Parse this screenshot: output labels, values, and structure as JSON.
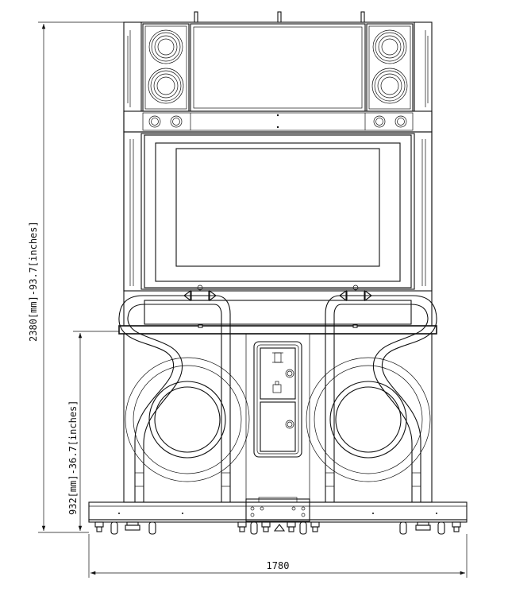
{
  "dimensions": {
    "total_height": "2380[mm]-93.7[inches]",
    "seat_height": "932[mm]-36.7[inches]",
    "width": "1780"
  }
}
